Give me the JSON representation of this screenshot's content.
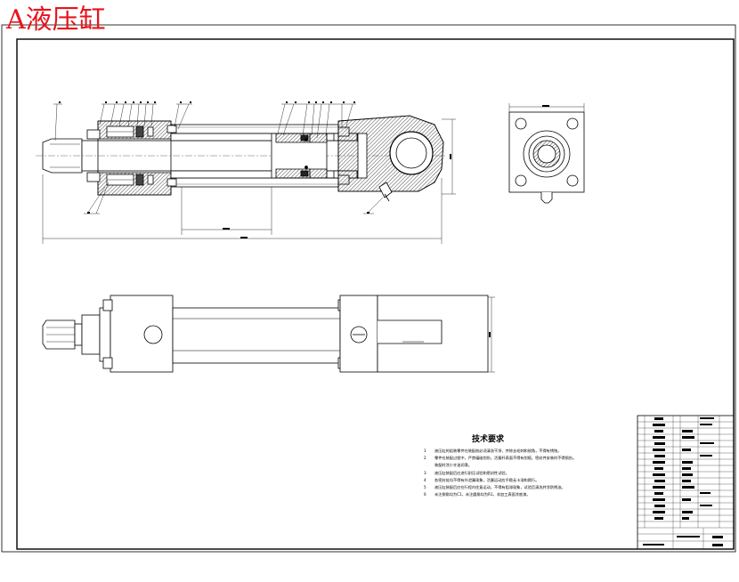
{
  "title": "A液压缸",
  "tech": {
    "heading": "技术要求",
    "items": [
      {
        "num": "1",
        "text": "液压缸的组装零件在装配前必须清洗干净，并除去毛刺和锐角，不得有锈蚀。"
      },
      {
        "num": "2",
        "text": "零件在装配过程中，严禁磕碰划伤，活塞杆表面不得有划痕，密封件安装时不得损伤。"
      },
      {
        "num": "",
        "text": "装配时涂少许油润滑。"
      },
      {
        "num": "3",
        "text": "液压缸装配后应进行耐压试验和密封性试验。"
      },
      {
        "num": "4",
        "text": "各密封处均不得有外泄漏现象，活塞运动应平稳无卡滞和爬行。"
      },
      {
        "num": "5",
        "text": "液压缸装配后应在行程内往复运动，不得有阻滞现象，试验后清洗并涂防锈油。"
      },
      {
        "num": "6",
        "text": "未注倒角均为C1，未注圆角均为R1，非加工表面涂底漆。"
      }
    ]
  }
}
